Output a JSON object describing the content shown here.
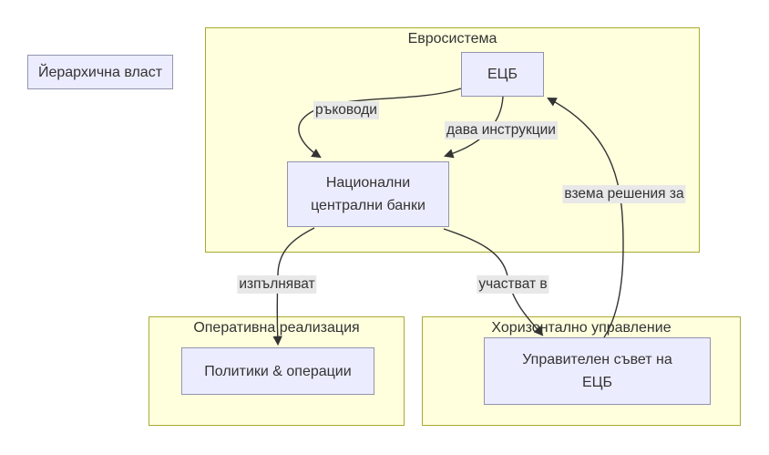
{
  "diagram": {
    "type": "flowchart",
    "standalone": {
      "hierarchy_label": "Йерархична власт"
    },
    "clusters": {
      "eurosystem": {
        "title": "Евросистема"
      },
      "operational": {
        "title": "Оперативна реализация"
      },
      "horizontal": {
        "title": "Хоризонтално управление"
      }
    },
    "nodes": {
      "ecb": {
        "label": "ЕЦБ"
      },
      "ncb": {
        "lines": [
          "Национални",
          "централни банки"
        ]
      },
      "policies": {
        "label": "Политики & операции"
      },
      "council": {
        "lines": [
          "Управителен съвет на",
          "ЕЦБ"
        ]
      }
    },
    "edges": [
      {
        "from": "ЕЦБ",
        "to": "Национални централни банки",
        "label": "ръководи"
      },
      {
        "from": "ЕЦБ",
        "to": "Национални централни банки",
        "label": "дава инструкции"
      },
      {
        "from": "Национални централни банки",
        "to": "Политики & операции",
        "label": "изпълняват"
      },
      {
        "from": "Национални централни банки",
        "to": "Управителен съвет на ЕЦБ",
        "label": "участват в"
      },
      {
        "from": "Управителен съвет на ЕЦБ",
        "to": "ЕЦБ",
        "label": "взема решения за"
      }
    ]
  },
  "colors": {
    "node_fill": "#ececff",
    "node_border": "#9394ae",
    "cluster_fill": "#ffffde",
    "cluster_border": "#aaaa33",
    "edge_stroke": "#333333",
    "edge_label_bg": "#e8e8e8",
    "text": "#333333",
    "background": "#ffffff"
  }
}
